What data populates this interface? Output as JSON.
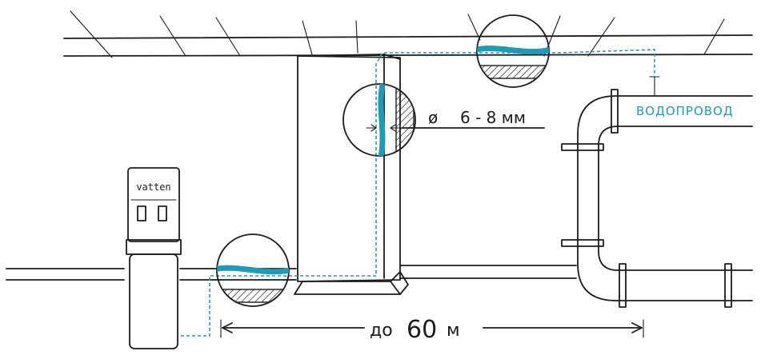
{
  "labels": {
    "pipe_label": "ВОДОПРОВОД",
    "diameter_symbol": "ø",
    "diameter_text": "6 - 8 мм",
    "distance_prefix": "до",
    "distance_value": "60",
    "distance_unit": "м",
    "brand": "vatten"
  },
  "colors": {
    "accent": "#1e9bb8",
    "ink": "#1c1c1c",
    "background": "#ffffff"
  }
}
